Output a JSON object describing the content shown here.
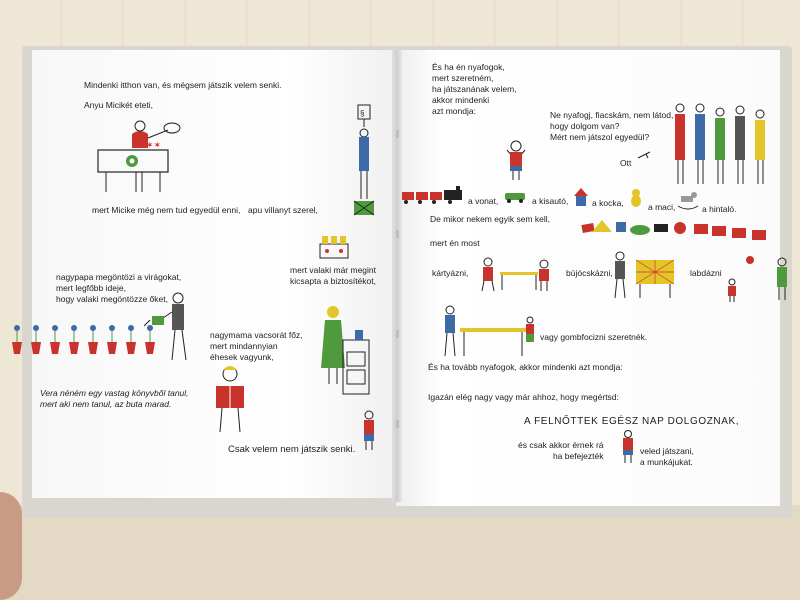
{
  "left_page": {
    "lines": {
      "l1": "Mindenki itthon van, és mégsem játszik velem senki.",
      "l2": "Anyu Micikét eteti,",
      "l3": "mert Micike még nem tud egyedül enni,",
      "l4": "apu villanyt szerel,",
      "l5": "mert valaki már megint\nkicsapta a biztosítékot,",
      "l6": "nagypapa megöntözi a virágokat,\nmert legfőbb ideje,\nhogy valaki megöntözze őket,",
      "l7": "nagymama vacsorát főz,\nmert mindannyian\néhesek vagyunk,",
      "l8": "Vera néném egy vastag könyvből tanul,\nmert aki nem tanul, az buta marad.",
      "l9": "Csak velem nem játszik senki."
    }
  },
  "right_page": {
    "lines": {
      "r1": "És ha én nyafogok,\nmert szeretném,\nha játszanának velem,\nakkor mindenki\nazt mondja:",
      "r2": "Ne nyafogj, fiacskám, nem látod,\nhogy dolgom van?\nMért nem játszol egyedül?",
      "r3": "Ott",
      "r4": "a vonat,",
      "r5": "a kisautó,",
      "r6": "a kocka,",
      "r7": "a maci,",
      "r8": "a hintaló.",
      "r9": "De mikor nekem egyik sem kell,",
      "r10": "mert én most",
      "r11": "kártyázni,",
      "r12": "bújócskázni,",
      "r13": "labdázni",
      "r14": "vagy gombfocizni szeretnék.",
      "r15": "És ha tovább nyafogok, akkor mindenki azt mondja:",
      "r16": "Igazán elég nagy vagy már ahhoz, hogy megértsd:",
      "r17": "A FELNŐTTEK EGÉSZ NAP DOLGOZNAK,",
      "r18": "és csak akkor érnek rá\nha befejezték",
      "r19": "veled játszani,\na munkájukat."
    }
  },
  "colors": {
    "red": "#c8332b",
    "blue": "#3f6aa8",
    "green": "#4f9a3c",
    "yellow": "#e3c52a",
    "ink": "#222222"
  },
  "icons": [
    "mother-feeding-icon",
    "father-ladder-icon",
    "fuse-box-icon",
    "flower-pot-icon",
    "grandpa-watering-icon",
    "grandma-cooking-icon",
    "aunt-reading-icon",
    "small-boy-icon",
    "grumpy-boy-icon",
    "family-standing-icon",
    "toy-train-icon",
    "toy-car-icon",
    "toy-block-icon",
    "teddy-bear-icon",
    "rocking-horse-icon",
    "toy-pile-icon",
    "card-playing-icon",
    "hide-and-seek-icon",
    "ball-icon",
    "button-football-icon"
  ]
}
